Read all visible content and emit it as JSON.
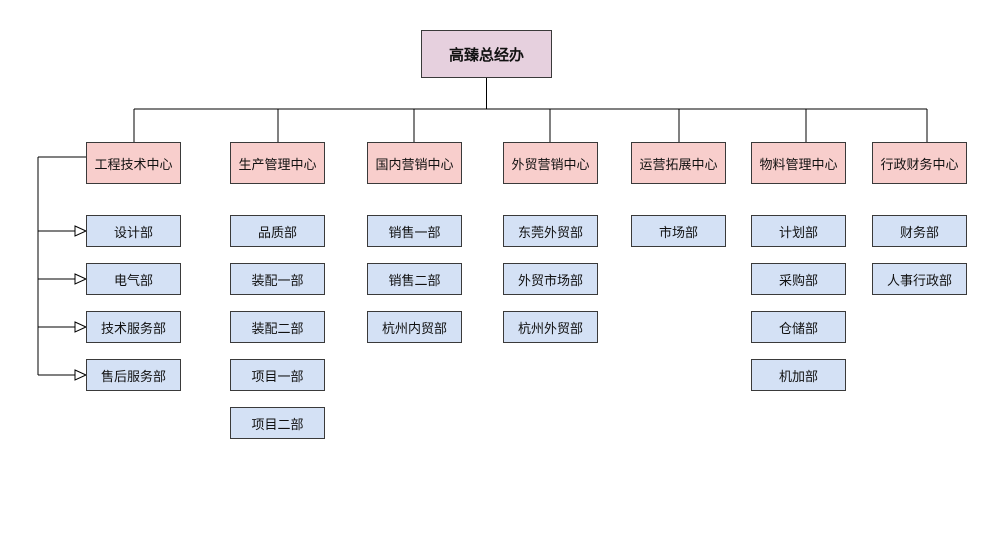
{
  "colors": {
    "root_fill": "#e6d0de",
    "center_fill": "#f8cecc",
    "dept_fill": "#d4e1f5",
    "line": "#000000",
    "border": "#3a3a3a"
  },
  "root": {
    "label": "高臻总经办"
  },
  "centers": [
    {
      "label": "工程技术中心",
      "departments": [
        "设计部",
        "电气部",
        "技术服务部",
        "售后服务部"
      ]
    },
    {
      "label": "生产管理中心",
      "departments": [
        "品质部",
        "装配一部",
        "装配二部",
        "项目一部",
        "项目二部"
      ]
    },
    {
      "label": "国内营销中心",
      "departments": [
        "销售一部",
        "销售二部",
        "杭州内贸部"
      ]
    },
    {
      "label": "外贸营销中心",
      "departments": [
        "东莞外贸部",
        "外贸市场部",
        "杭州外贸部"
      ]
    },
    {
      "label": "运营拓展中心",
      "departments": [
        "市场部"
      ]
    },
    {
      "label": "物料管理中心",
      "departments": [
        "计划部",
        "采购部",
        "仓储部",
        "机加部"
      ]
    },
    {
      "label": "行政财务中心",
      "departments": [
        "财务部",
        "人事行政部"
      ]
    }
  ]
}
